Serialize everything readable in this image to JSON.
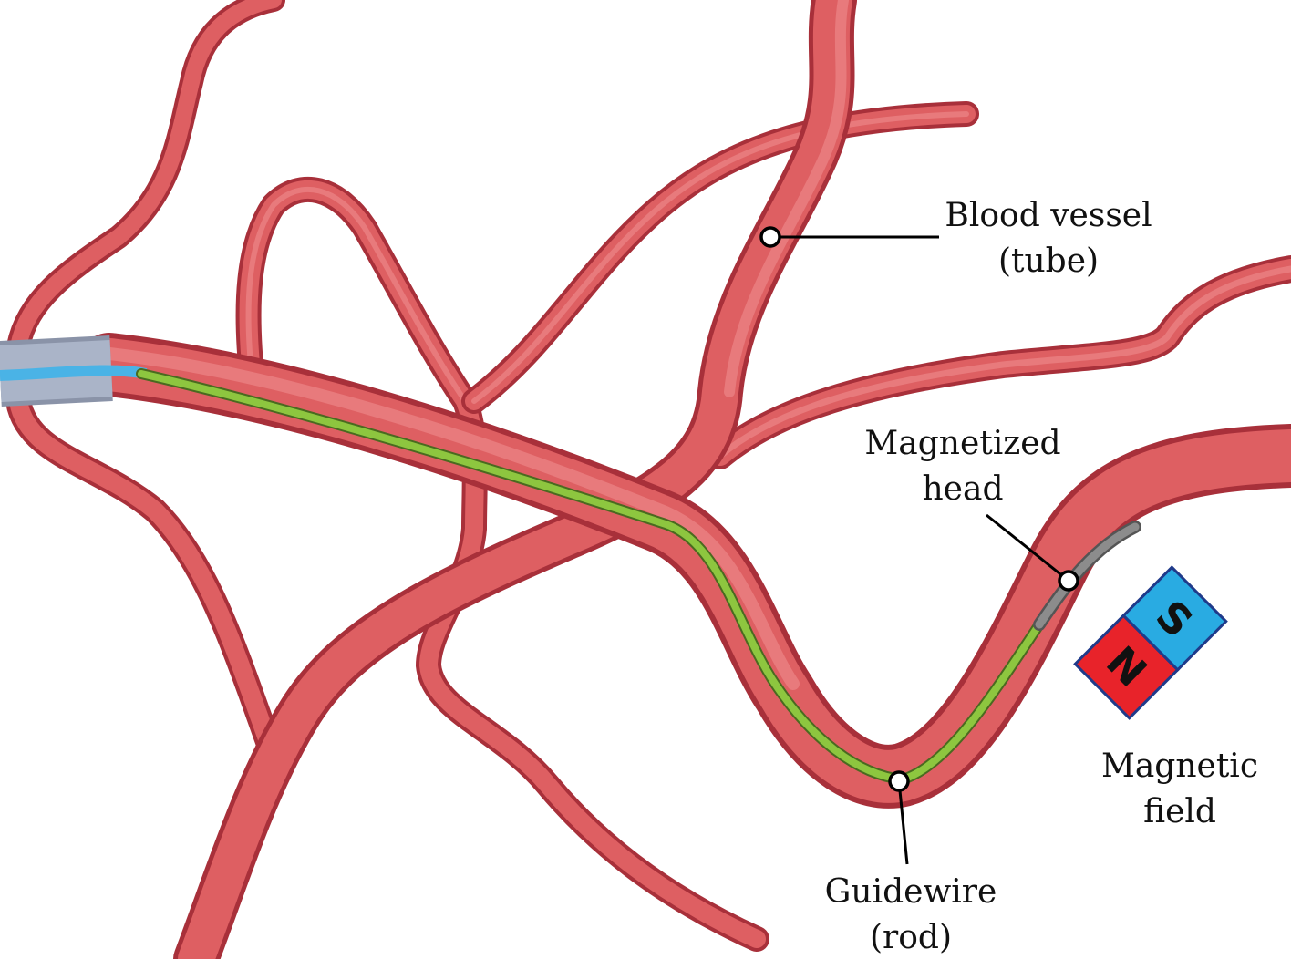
{
  "labels": {
    "blood_vessel": {
      "line1": "Blood vessel",
      "line2": "(tube)"
    },
    "magnetized_head": {
      "line1": "Magnetized",
      "line2": "head"
    },
    "guidewire": {
      "line1": "Guidewire",
      "line2": "(rod)"
    },
    "magnetic_field": {
      "line1": "Magnetic",
      "line2": "field"
    }
  },
  "magnet": {
    "north": "N",
    "south": "S",
    "north_color": "#e8232a",
    "south_color": "#29abe2"
  },
  "colors": {
    "vessel": "#de5f62",
    "vessel_edge": "#a8303a",
    "guidewire": "#8dc63f",
    "head": "#7a7a7a",
    "catheter": "#aab4c8",
    "catheter_core": "#4ab3e6"
  }
}
